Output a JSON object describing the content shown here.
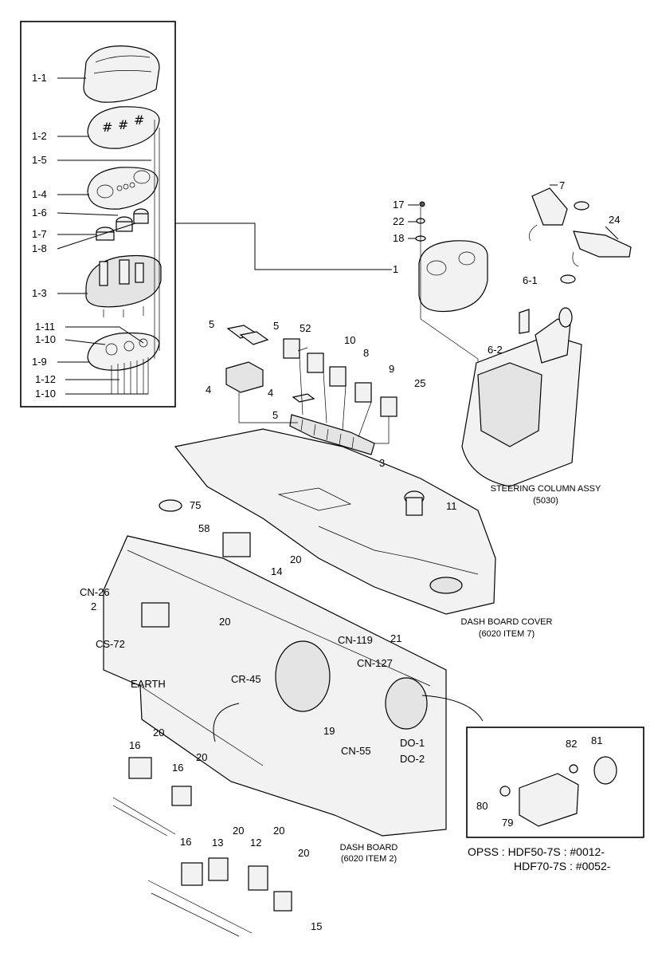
{
  "detail_box_labels": {
    "l_1_1": "1-1",
    "l_1_2": "1-2",
    "l_1_5": "1-5",
    "l_1_4": "1-4",
    "l_1_6": "1-6",
    "l_1_7": "1-7",
    "l_1_8": "1-8",
    "l_1_3": "1-3",
    "l_1_11": "1-11",
    "l_1_10a": "1-10",
    "l_1_9": "1-9",
    "l_1_12": "1-12",
    "l_1_10b": "1-10"
  },
  "part_labels": {
    "p17": "17",
    "p22": "22",
    "p18": "18",
    "p1": "1",
    "p7": "7",
    "p24": "24",
    "p6_1": "6-1",
    "p6_2": "6-2",
    "p5a": "5",
    "p5b": "5",
    "p52": "52",
    "p10": "10",
    "p8": "8",
    "p9": "9",
    "p25": "25",
    "p4a": "4",
    "p4b": "4",
    "p5c": "5",
    "p3": "3",
    "p75": "75",
    "p58": "58",
    "p11": "11",
    "p20a": "20",
    "p14": "14",
    "cn26": "CN-26",
    "p2": "2",
    "p20b": "20",
    "cs72": "CS-72",
    "earth": "EARTH",
    "cn119": "CN-119",
    "p21": "21",
    "cn127": "CN-127",
    "cr45": "CR-45",
    "p19": "19",
    "do1": "DO-1",
    "cn55": "CN-55",
    "do2": "DO-2",
    "p20c": "20",
    "p16a": "16",
    "p20d": "20",
    "p16b": "16",
    "p16c": "16",
    "p13": "13",
    "p20e": "20",
    "p12": "12",
    "p20f": "20",
    "p20g": "20",
    "p15": "15",
    "p82": "82",
    "p81": "81",
    "p80": "80",
    "p79": "79"
  },
  "captions": {
    "steering_line1": "STEERING COLUMN ASSY",
    "steering_line2": "(5030)",
    "dashcover_line1": "DASH BOARD COVER",
    "dashcover_line2": "(6020 ITEM 7)",
    "dashboard_line1": "DASH BOARD",
    "dashboard_line2": "(6020 ITEM 2)",
    "opss_line1": "OPSS : HDF50-7S : #0012-",
    "opss_line2": "HDF70-7S : #0052-"
  }
}
